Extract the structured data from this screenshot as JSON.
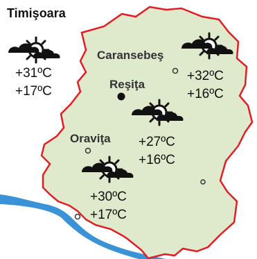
{
  "map": {
    "region_fill": "#dfe9cc",
    "border_color": "#e31d24",
    "river_color": "#3a93d6",
    "cities": {
      "timisoara": {
        "name": "Timişoara",
        "max": "+31ºC",
        "min": "+17ºC",
        "icon": "sun-behind-clouds-icon"
      },
      "caransebes": {
        "name": "Caransebeş",
        "max": "+32ºC",
        "min": "+16ºC",
        "icon": "sun-behind-clouds-icon"
      },
      "resita": {
        "name": "Reşiţa",
        "max": "+27ºC",
        "min": "+16ºC",
        "icon": "sun-behind-clouds-icon"
      },
      "oravita": {
        "name": "Oraviţa",
        "max": "+30ºC",
        "min": "+17ºC",
        "icon": "sun-behind-clouds-icon"
      }
    }
  }
}
